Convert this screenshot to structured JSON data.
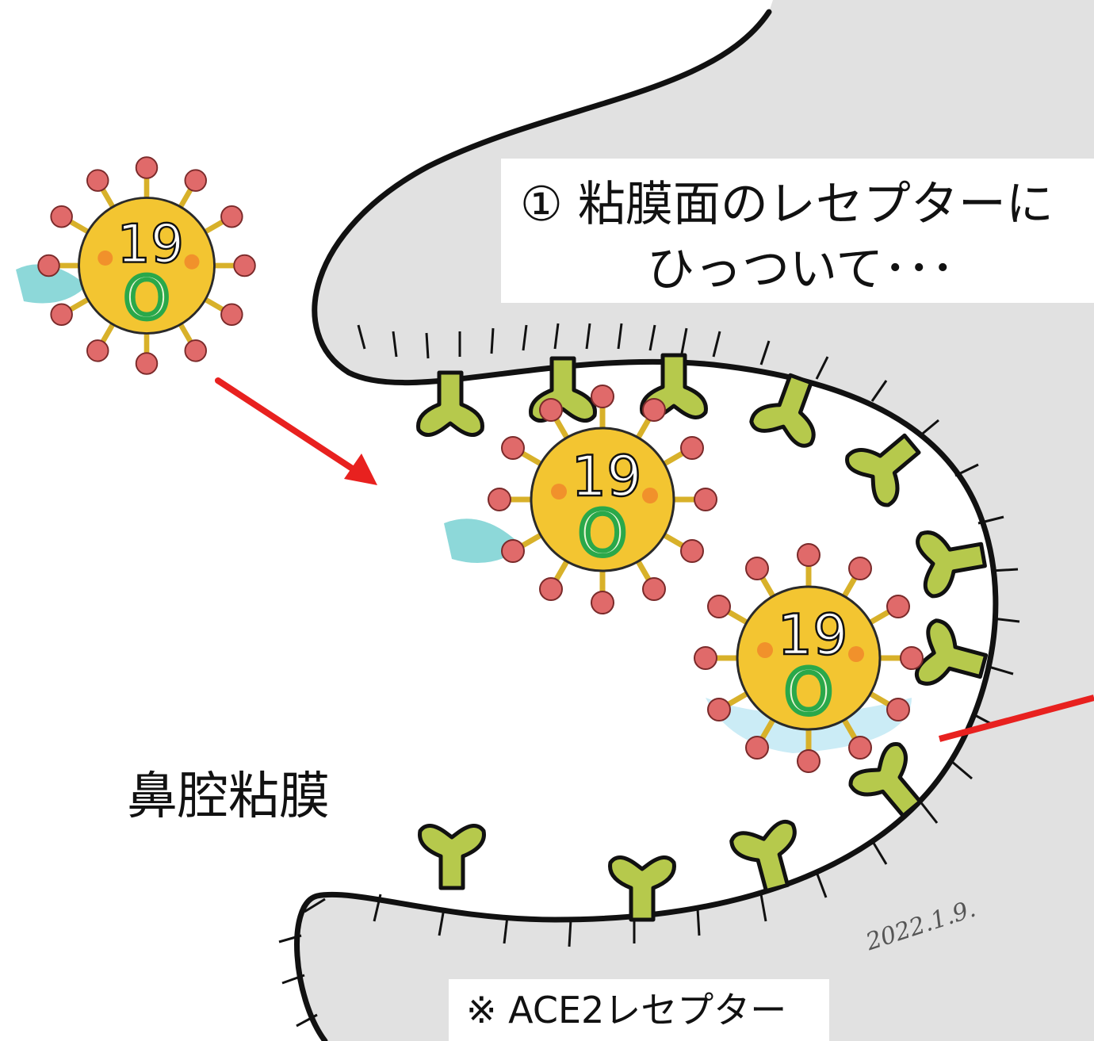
{
  "labels": {
    "step": "① 粘膜面のレセプターに",
    "step_cont": "ひっついて･･･",
    "nasal_mucosa": "鼻腔粘膜",
    "receptor_note": "※ ACE2レセプター"
  },
  "signature": {
    "date": "2022.1.9."
  },
  "virus": {
    "number": "19",
    "letter": "O"
  },
  "colors": {
    "arrow": "#e8211f",
    "virus_body": "#f3c531",
    "spike": "#e06a6a",
    "receptor": "#b6c94c",
    "mucosa_shade": "#d7d7d7",
    "outline": "#111111",
    "virus_letter": "#2aa84a",
    "trail": "#5cc7c9"
  }
}
